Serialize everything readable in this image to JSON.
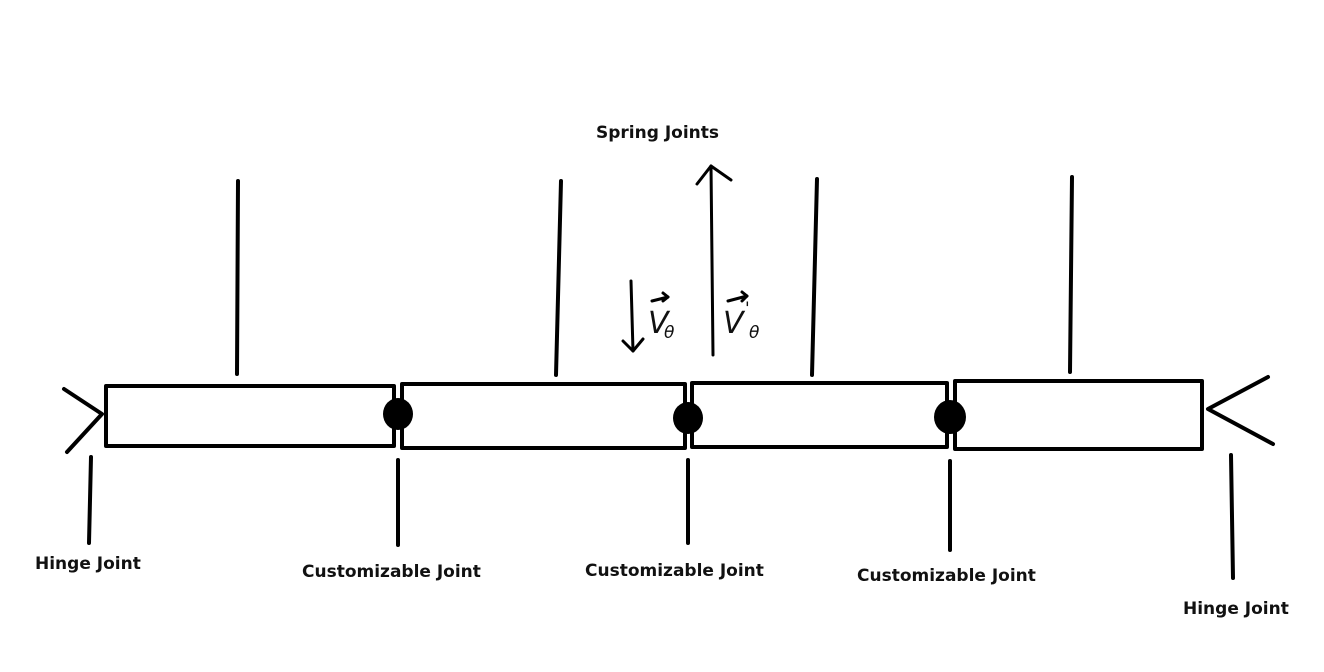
{
  "labels": {
    "spring_joints": "Spring Joints",
    "hinge_left": "Hinge Joint",
    "hinge_right": "Hinge Joint",
    "custom_1": "Customizable Joint",
    "custom_2": "Customizable Joint",
    "custom_3": "Customizable Joint"
  },
  "vectors": {
    "incoming": {
      "symbol": "V",
      "subscript": "θ"
    },
    "outgoing": {
      "symbol": "V",
      "prime": "'",
      "subscript": "θ"
    }
  },
  "colors": {
    "ink": "#000000",
    "background": "#ffffff"
  }
}
